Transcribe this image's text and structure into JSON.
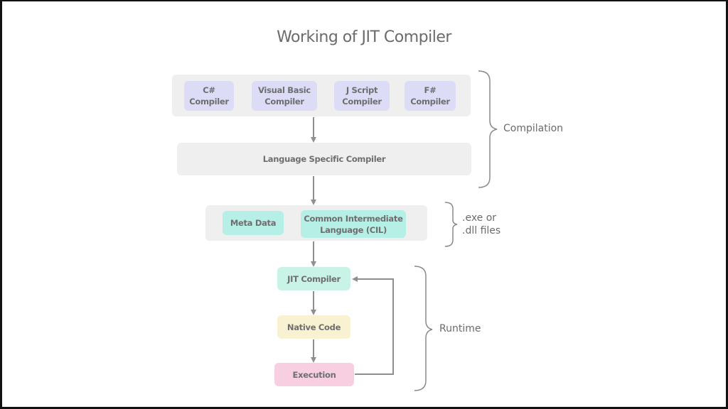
{
  "title": "Working of JIT Compiler",
  "compilers": [
    {
      "line1": "C#",
      "line2": "Compiler"
    },
    {
      "line1": "Visual Basic",
      "line2": "Compiler"
    },
    {
      "line1": "J Script",
      "line2": "Compiler"
    },
    {
      "line1": "F#",
      "line2": "Compiler"
    }
  ],
  "language_specific_compiler": "Language Specific Compiler",
  "assembly": {
    "meta_data": "Meta Data",
    "cil_line1": "Common Intermediate",
    "cil_line2": "Language (CIL)"
  },
  "runtime_steps": {
    "jit": "JIT Compiler",
    "native": "Native Code",
    "execution": "Execution"
  },
  "braces": {
    "compilation": "Compilation",
    "files_line1": ".exe or",
    "files_line2": ".dll files",
    "runtime": "Runtime"
  },
  "colors": {
    "compiler_box": "#dcdcf7",
    "cil_box": "#b5efe6",
    "jit_box": "#c9f3e6",
    "native_box": "#f8f2d2",
    "execution_box": "#f7cfe0",
    "group_bg": "#efefef",
    "arrow": "#8f8f8f"
  }
}
